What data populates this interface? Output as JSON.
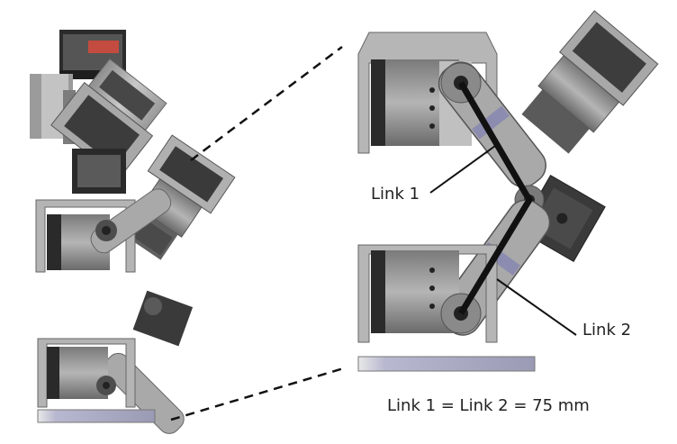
{
  "labels": {
    "link1": "Link 1",
    "link2": "Link 2",
    "equation": "Link 1 = Link 2 = 75 mm"
  },
  "colors": {
    "servo_dark": "#2a2a2a",
    "servo_mid": "#6b6b6b",
    "servo_light": "#b9b9b9",
    "bracket": "#a9a9a9",
    "bracket_light": "#cfcfcf",
    "accent_red": "#c0392b",
    "link_line": "#111111"
  }
}
